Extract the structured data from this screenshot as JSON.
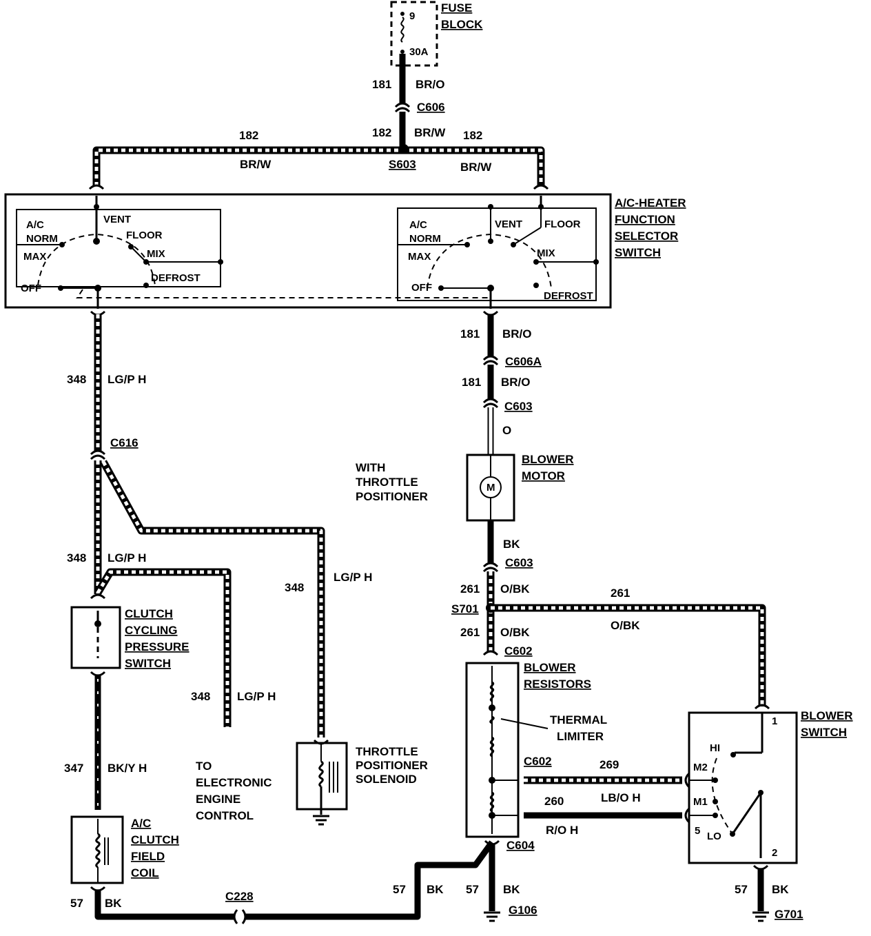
{
  "fuse_block": {
    "title_line1": "FUSE",
    "title_line2": "BLOCK",
    "fuse_number": "9",
    "fuse_rating": "30A"
  },
  "top_feed": {
    "circuit": "181",
    "color": "BR/O",
    "connector": "C606",
    "circuit_below": "182",
    "color_below": "BR/W"
  },
  "splice_top": {
    "id": "S603",
    "left_circuit": "182",
    "left_color": "BR/W",
    "right_circuit": "182",
    "right_color": "BR/W"
  },
  "function_switch": {
    "title": [
      "A/C-HEATER",
      "FUNCTION",
      "SELECTOR",
      "SWITCH"
    ],
    "left_positions": [
      "A/C",
      "NORM",
      "MAX",
      "VENT",
      "FLOOR",
      "MIX",
      "DEFROST",
      "OFF"
    ],
    "right_positions": [
      "A/C",
      "NORM",
      "MAX",
      "VENT",
      "FLOOR",
      "MIX",
      "DEFROST",
      "OFF"
    ]
  },
  "right_branch": {
    "c181_a": "181",
    "color_a": "BR/O",
    "connector_a": "C606A",
    "c181_b": "181",
    "color_b": "BR/O",
    "connector_b": "C603",
    "color_o": "O",
    "blower_motor": [
      "BLOWER",
      "MOTOR"
    ],
    "motor_symbol": "M",
    "bk": "BK",
    "connector_c": "C603",
    "c261_a": "261",
    "color_ob_a": "O/BK",
    "splice": "S701",
    "c261_b": "261",
    "color_ob_b": "O/BK",
    "connector_d": "C602",
    "c261_right": "261",
    "color_ob_right": "O/BK",
    "blower_resistors": [
      "BLOWER",
      "RESISTORS"
    ],
    "thermal_limiter": [
      "THERMAL",
      "LIMITER"
    ],
    "connector_e": "C602",
    "c269": "269",
    "color_269": "LB/O H",
    "c260": "260",
    "color_260": "R/O H",
    "connector_f": "C604",
    "ground_circuit": "57",
    "ground_color": "BK",
    "ground": "G106"
  },
  "blower_switch": {
    "title": [
      "BLOWER",
      "SWITCH"
    ],
    "pin1": "1",
    "pin2": "2",
    "pin5": "5",
    "hi": "HI",
    "m2": "M2",
    "m1": "M1",
    "lo": "LO",
    "ground_circuit": "57",
    "ground_color": "BK",
    "ground": "G701"
  },
  "left_branch": {
    "c348_a": "348",
    "color_a": "LG/P H",
    "connector_a": "C616",
    "c348_b": "348",
    "color_b": "LG/P H",
    "clutch_switch": [
      "CLUTCH",
      "CYCLING",
      "PRESSURE",
      "SWITCH"
    ],
    "c348_c": "348",
    "color_c": "LG/P H",
    "c348_d": "348",
    "color_d": "LG/P H",
    "c347": "347",
    "color_347": "BK/Y H",
    "to_eec": [
      "TO",
      "ELECTRONIC",
      "ENGINE",
      "CONTROL"
    ],
    "clutch_coil": [
      "A/C",
      "CLUTCH",
      "FIELD",
      "COIL"
    ],
    "c57_a": "57",
    "color_57_a": "BK",
    "connector_b": "C228",
    "c57_b": "57",
    "color_57_b": "BK"
  },
  "throttle": {
    "note": [
      "WITH",
      "THROTTLE",
      "POSITIONER"
    ],
    "solenoid": [
      "THROTTLE",
      "POSITIONER",
      "SOLENOID"
    ]
  }
}
